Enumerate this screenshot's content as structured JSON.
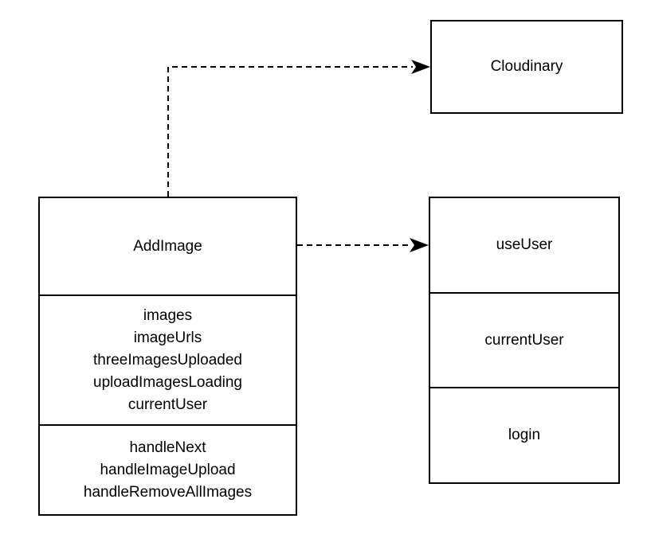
{
  "diagram": {
    "type": "uml-class-diagram",
    "background_color": "#ffffff",
    "stroke_color": "#000000",
    "text_color": "#000000"
  },
  "boxes": {
    "cloudinary": {
      "title": "Cloudinary"
    },
    "add_image": {
      "title": "AddImage",
      "attributes": [
        "images",
        "imageUrls",
        "threeImagesUploaded",
        "uploadImagesLoading",
        "currentUser"
      ],
      "methods": [
        "handleNext",
        "handleImageUpload",
        "handleRemoveAllImages"
      ]
    },
    "use_user": {
      "title": "useUser",
      "state": "currentUser",
      "action": "login"
    }
  },
  "edges": [
    {
      "name": "addimage-to-cloudinary",
      "from": "AddImage",
      "to": "Cloudinary",
      "style": "dashed-arrow",
      "routing": "orthogonal"
    },
    {
      "name": "addimage-to-useuser",
      "from": "AddImage",
      "to": "useUser",
      "style": "dashed-arrow",
      "routing": "straight"
    }
  ]
}
